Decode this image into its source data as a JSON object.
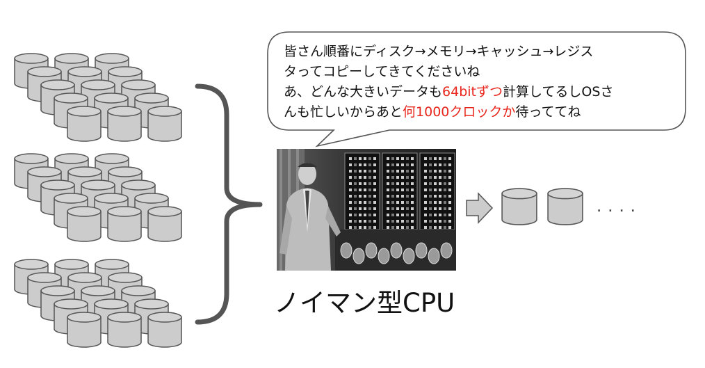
{
  "bubble": {
    "line1": "皆さん順番にディスク→メモリ→キャッシュ→レジス",
    "line2": "タってコピーしてきてくださいね",
    "line3_a": "あ、どんな大きいデータも",
    "line3_red": "64bitずつ",
    "line3_b": "計算してるしOSさ",
    "line4_a": "んも忙しいからあと",
    "line4_red": "何1000クロック",
    "line4_red2": "か",
    "line4_b": "待っててね"
  },
  "caption": "ノイマン型CPU",
  "ellipsis": "....",
  "colors": {
    "cylinder_fill": "#cccccc",
    "cylinder_stroke": "#555555",
    "highlight": "#e8261c",
    "brace": "#555555"
  },
  "icons": {
    "disk": "cylinder-icon",
    "arrow": "right-arrow-icon",
    "brace": "right-curly-brace-icon",
    "photo": "computer-photo"
  }
}
